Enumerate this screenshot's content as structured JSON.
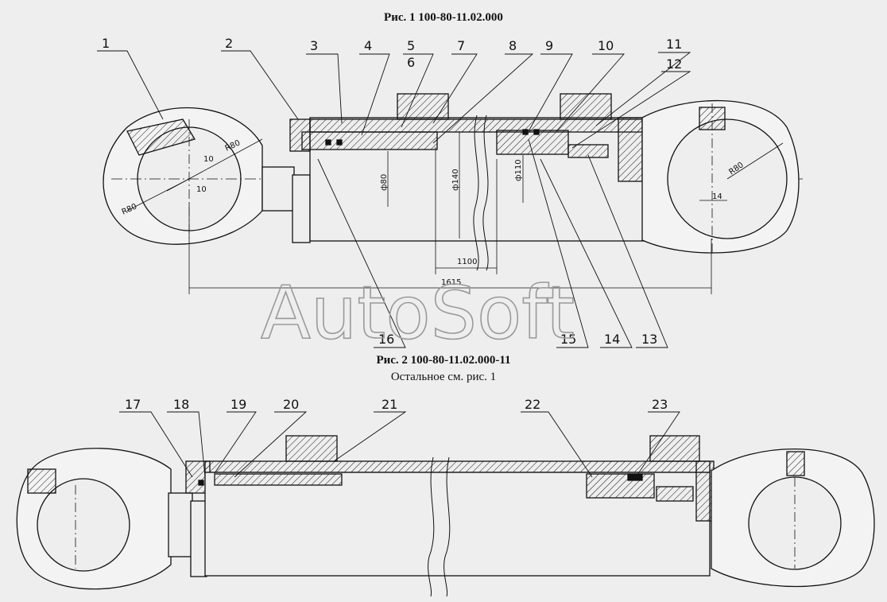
{
  "figure1": {
    "title": "Рис. 1  100-80-11.02.000",
    "callouts": [
      "1",
      "2",
      "3",
      "4",
      "5",
      "6",
      "7",
      "8",
      "9",
      "10",
      "11",
      "12",
      "13",
      "14",
      "15",
      "16"
    ],
    "dimensions": {
      "r_left_outer": "R80",
      "r_left_inner": "R80",
      "offset_1": "10",
      "offset_2": "10",
      "d_rod": "ф80",
      "d_bore": "ф140",
      "d_piston": "ф110",
      "r_right": "R80",
      "w_right": "14",
      "stroke": "1100",
      "length": "1615"
    }
  },
  "figure2": {
    "title": "Рис. 2  100-80-11.02.000-11",
    "subtitle": "Остальное см. рис. 1",
    "callouts": [
      "17",
      "18",
      "19",
      "20",
      "21",
      "22",
      "23"
    ]
  },
  "watermark": "AutoSoft",
  "colors": {
    "background": "#eeeeee",
    "line": "#111111",
    "watermark": "#9a9a9a"
  }
}
